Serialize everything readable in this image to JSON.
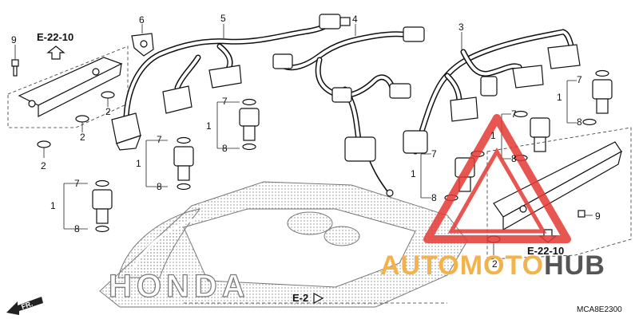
{
  "callouts": {
    "n1": "1",
    "n2": "2",
    "n3": "3",
    "n4": "4",
    "n5": "5",
    "n6": "6",
    "n7": "7",
    "n8": "8",
    "n9": "9"
  },
  "refs": {
    "e22_top_left": "E-22-10",
    "e22_bottom_right": "E-22-10",
    "e2_bottom": "E-2"
  },
  "diagram_code": "MCA8E2300",
  "direction_label": "FR.",
  "brand_mark": "HONDA",
  "watermark": {
    "part1": "AUTO",
    "part2": "MOTO",
    "part3": "HUB",
    "color_orange": "#f4b24a",
    "color_gray": "#555555",
    "color_red": "#e53935"
  }
}
